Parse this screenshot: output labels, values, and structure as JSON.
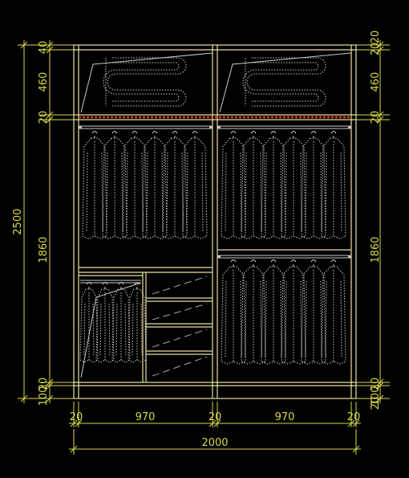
{
  "drawing": {
    "colors": {
      "background": "#000000",
      "dimension": "#d8d84a",
      "cabinet_line": "#e8e0a0",
      "shelf_accent": "#e04020",
      "garment_outline": "#cfcfcf"
    },
    "dimensions": {
      "total_height": "2500",
      "total_width": "2000",
      "left_stack": [
        "40",
        "460",
        "20",
        "1860",
        "20",
        "100"
      ],
      "right_stack": [
        "20",
        "20",
        "460",
        "20",
        "1860",
        "20",
        "100",
        "20"
      ],
      "bottom_row": [
        "20",
        "970",
        "20",
        "970",
        "20"
      ]
    }
  }
}
